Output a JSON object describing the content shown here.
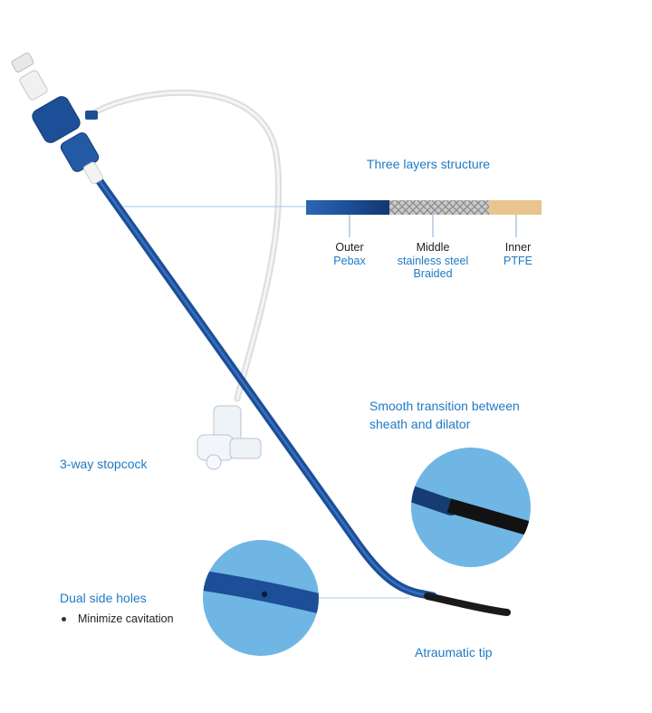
{
  "layers": {
    "title": "Three layers structure",
    "outer": {
      "name": "Outer",
      "material": "Pebax"
    },
    "middle": {
      "name": "Middle",
      "material_line1": "stainless steel",
      "material_line2": "Braided"
    },
    "inner": {
      "name": "Inner",
      "material": "PTFE"
    }
  },
  "callouts": {
    "transition_line1": "Smooth transition between",
    "transition_line2": "sheath and dilator",
    "stopcock": "3-way stopcock",
    "side_holes": "Dual side holes",
    "side_holes_bullet": "Minimize cavitation",
    "tip": "Atraumatic tip"
  },
  "colors": {
    "accent_text": "#1f7ac4",
    "sheath_blue": "#1c4f97",
    "dilator_black": "#1a1a1a",
    "zoom_circle": "#6fb6e4",
    "ptfe_tan": "#e9c48f"
  }
}
